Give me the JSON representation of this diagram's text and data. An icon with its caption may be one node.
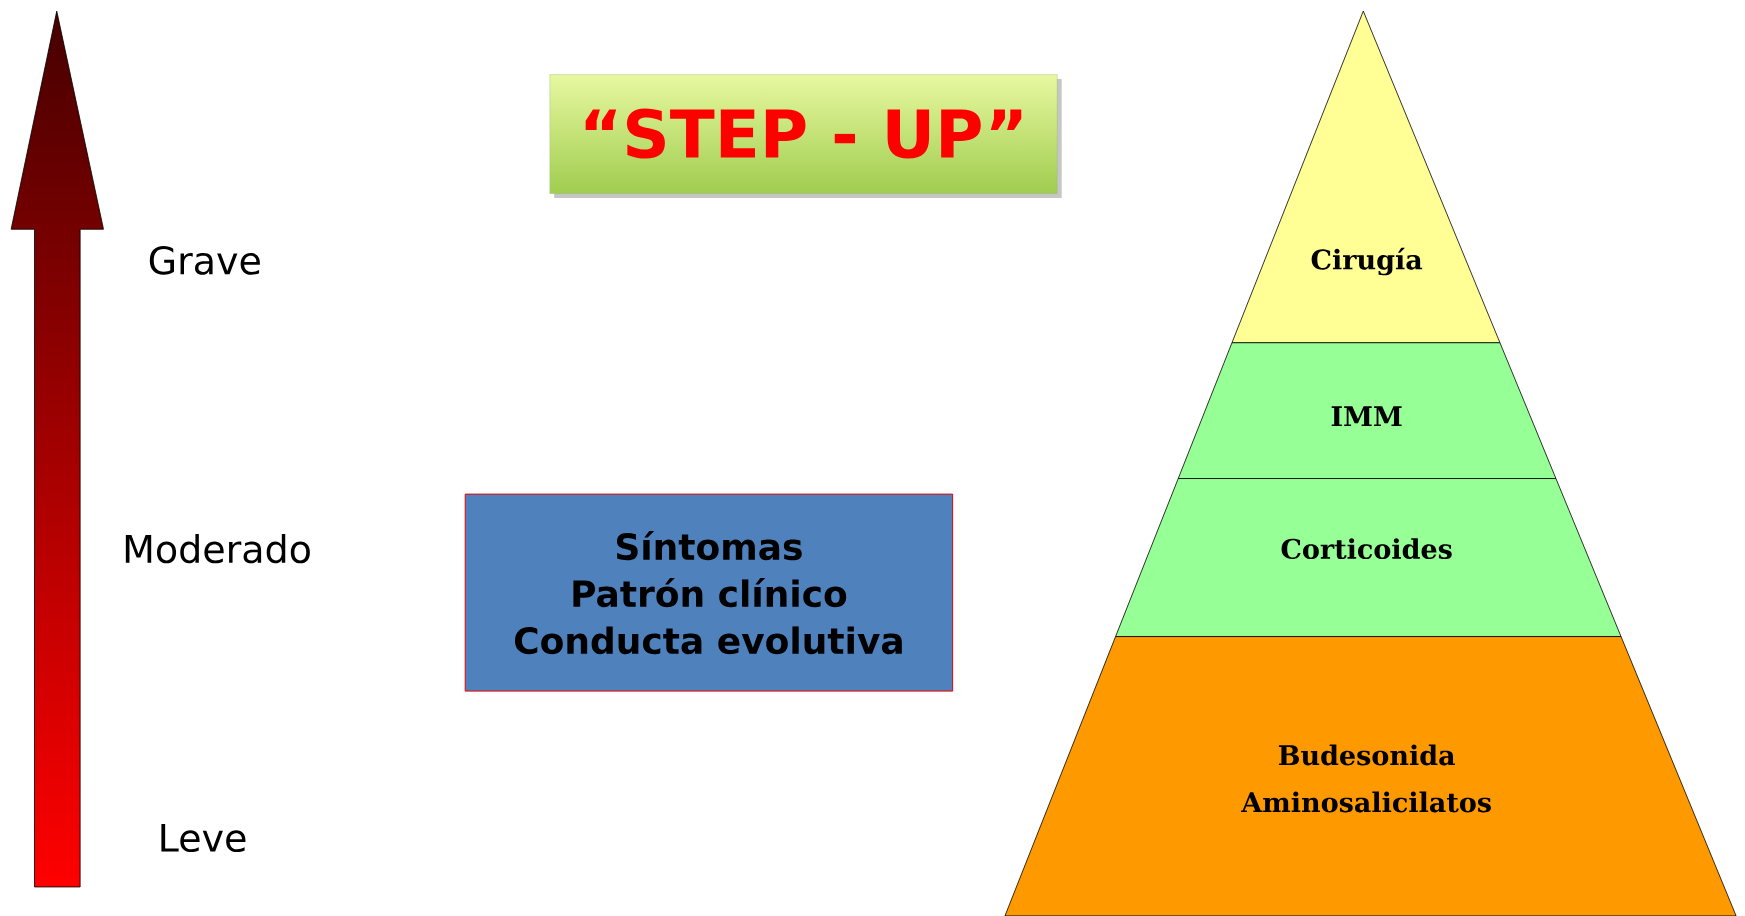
{
  "diagram": {
    "title": "“STEP - UP”",
    "nodes": [
      {
        "text": [
          "Síntomas",
          "Patrón clínico",
          "Conducta evolutiva"
        ]
      },
      {
        "text": [
          "Cirugía"
        ]
      },
      {
        "text": [
          "IMM"
        ]
      },
      {
        "text": [
          "Corticoides"
        ]
      },
      {
        "text": [
          "Budesonida",
          "Aminosalicilatos"
        ]
      }
    ],
    "labels": [
      "Grave",
      "Moderado",
      "Leve"
    ]
  }
}
